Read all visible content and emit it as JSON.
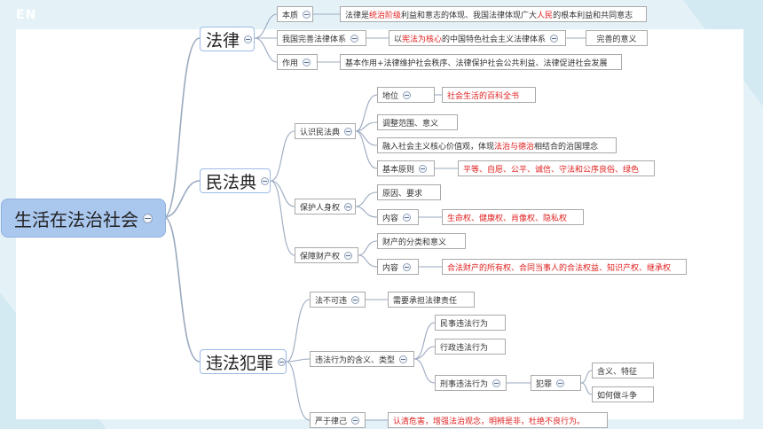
{
  "corner_label": "EN",
  "root": "生活在法治社会",
  "law": {
    "title": "法律",
    "essence": {
      "label": "本质",
      "desc_pre": "法律是",
      "desc_hl1": "统治阶级",
      "desc_mid": "利益和意志的体现、我国法律体现广大",
      "desc_hl2": "人民",
      "desc_post": "的根本利益和共同意志"
    },
    "system": {
      "label": "我国完善法律体系",
      "desc_pre": "以",
      "desc_hl": "宪法为核心",
      "desc_post": "的中国特色社会主义法律体系",
      "significance": "完善的意义"
    },
    "function": {
      "label": "作用",
      "desc": "基本作用+法律维护社会秩序、法律保护社会公共利益、法律促进社会发展"
    }
  },
  "civil_code": {
    "title": "民法典",
    "know": {
      "label": "认识民法典",
      "status_label": "地位",
      "status_value": "社会生活的百科全书",
      "scope": "调整范围、意义",
      "values_pre": "融入社会主义核心价值观，体现",
      "values_hl": "法治与德治",
      "values_post": "相结合的治国理念",
      "principle_label": "基本原则",
      "principle_value": "平等、自愿、公平、诚信、守法和公序良俗、绿色"
    },
    "person": {
      "label": "保护人身权",
      "reason": "原因、要求",
      "content_label": "内容",
      "content_value": "生命权、健康权、肖像权、隐私权"
    },
    "property": {
      "label": "保障财产权",
      "classification": "财产的分类和意义",
      "content_label": "内容",
      "content_value": "合法财产的所有权、合同当事人的合法权益、知识产权、继承权"
    }
  },
  "crime": {
    "title": "违法犯罪",
    "inviolable": {
      "label": "法不可违",
      "desc": "需要承担法律责任"
    },
    "types": {
      "label": "违法行为的含义、类型",
      "civil": "民事违法行为",
      "admin": "行政违法行为",
      "criminal": "刑事违法行为",
      "crime_label": "犯罪",
      "crime_meaning": "含义、特征",
      "crime_fight": "如何做斗争"
    },
    "discipline": {
      "label": "严于律己",
      "desc": "认清危害，增强法治观念，明辨是非，杜绝不良行为。"
    }
  },
  "colors": {
    "root_fill": "#aac7ee",
    "link": "#9aa9bf",
    "highlight": "#e02020",
    "background": "#e4f2f8"
  }
}
